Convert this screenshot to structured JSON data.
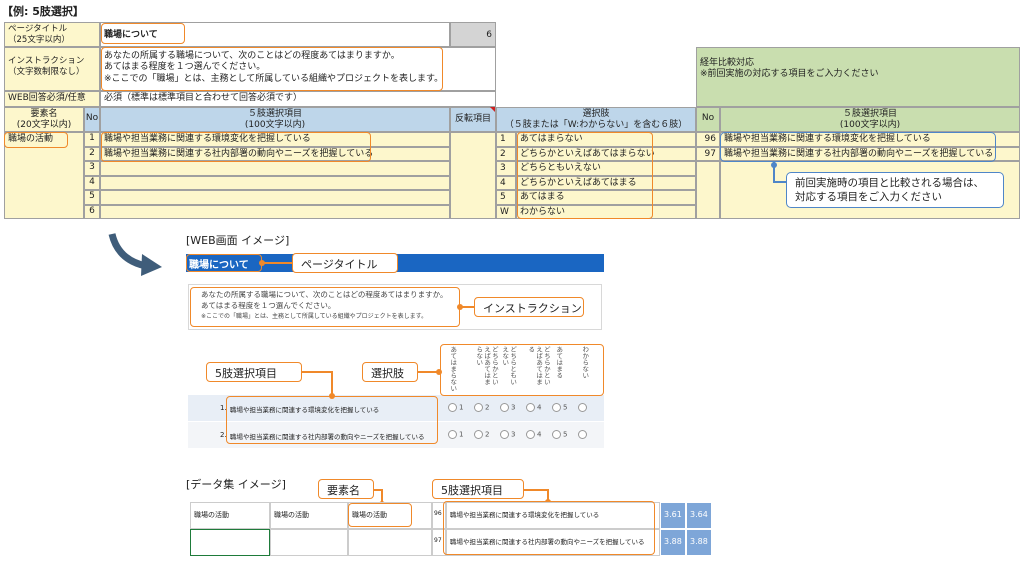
{
  "example_title": "【例: 5肢選択】",
  "spreadsheet": {
    "page_title_label": "ページタイトル\n（25文字以内）",
    "page_title_value": "職場について",
    "page_title_count": "6",
    "instruction_label": "インストラクション\n（文字数制限なし）",
    "instruction_lines": [
      "あなたの所属する職場について、次のことはどの程度あてはまりますか。",
      "あてはまる程度を１つ選んでください。",
      "※ここでの「職場」とは、主務として所属している組織やプロジェクトを表します。"
    ],
    "web_required_label": "WEB回答必須/任意",
    "web_required_value": "必須（標準は標準項目と合わせて回答必須です）",
    "element_name_header": "要素名\n(20文字以内)",
    "no_header": "No",
    "item_header": "５肢選択項目\n(100文字以内)",
    "reverse_header": "反転項目",
    "choices_header": "選択肢\n（５肢または「W:わからない」を含む６肢）",
    "element_name_value": "職場の活動",
    "rows": [
      {
        "no": "1",
        "item": "職場や担当業務に関連する環境変化を把握している",
        "choice_no": "1",
        "choice": "あてはまらない"
      },
      {
        "no": "2",
        "item": "職場や担当業務に関連する社内部署の動向やニーズを把握している",
        "choice_no": "2",
        "choice": "どちらかといえばあてはまらない"
      },
      {
        "no": "3",
        "item": "",
        "choice_no": "3",
        "choice": "どちらともいえない"
      },
      {
        "no": "4",
        "item": "",
        "choice_no": "4",
        "choice": "どちらかといえばあてはまる"
      },
      {
        "no": "5",
        "item": "",
        "choice_no": "5",
        "choice": "あてはまる"
      },
      {
        "no": "6",
        "item": "",
        "choice_no": "W",
        "choice": "わからない"
      }
    ],
    "trend_label": "経年比較対応",
    "trend_note": "※前回実施の対応する項目をご入力ください",
    "trend_no_header": "No",
    "trend_item_header": "５肢選択項目\n(100文字以内)",
    "trend_rows": [
      {
        "no": "96",
        "item": "職場や担当業務に関連する環境変化を把握している"
      },
      {
        "no": "97",
        "item": "職場や担当業務に関連する社内部署の動向やニーズを把握している"
      }
    ],
    "trend_callout": "前回実施時の項目と比較される場合は、\n対応する項目をご入力ください"
  },
  "web_preview": {
    "section_label": "[WEB画面 イメージ]",
    "page_title": "職場について",
    "page_title_callout": "ページタイトル",
    "instruction_lines": [
      "あなたの所属する職場について、次のことはどの程度あてはまりますか。",
      "あてはまる程度を１つ選んでください。",
      "※ここでの「職場」とは、主務として所属している組織やプロジェクトを表します。"
    ],
    "instruction_callout": "インストラクション",
    "items_callout": "5肢選択項目",
    "choices_callout": "選択肢",
    "choice_headers": [
      "あてはまらない",
      "どちらかといえばあてはまらない",
      "どちらともいえない",
      "どちらかといえばあてはまる",
      "あてはまる",
      "わからない"
    ],
    "questions": [
      {
        "no": "1.",
        "text": "職場や担当業務に関連する環境変化を把握している"
      },
      {
        "no": "2.",
        "text": "職場や担当業務に関連する社内部署の動向やニーズを把握している"
      }
    ],
    "radio_labels": [
      "1",
      "2",
      "3",
      "4",
      "5",
      ""
    ]
  },
  "data_preview": {
    "section_label": "[データ集 イメージ]",
    "element_callout": "要素名",
    "items_callout": "5肢選択項目",
    "cells": [
      "職場の活動",
      "職場の活動",
      "職場の活動"
    ],
    "rows": [
      {
        "no": "96",
        "item": "職場や担当業務に関連する環境変化を把握している",
        "v1": "3.61",
        "v2": "3.64"
      },
      {
        "no": "97",
        "item": "職場や担当業務に関連する社内部署の動向やニーズを把握している",
        "v1": "3.88",
        "v2": "3.88"
      }
    ]
  },
  "colors": {
    "accent_orange": "#f0892a",
    "accent_blue": "#4f86c8",
    "web_header": "#1a66c2"
  }
}
